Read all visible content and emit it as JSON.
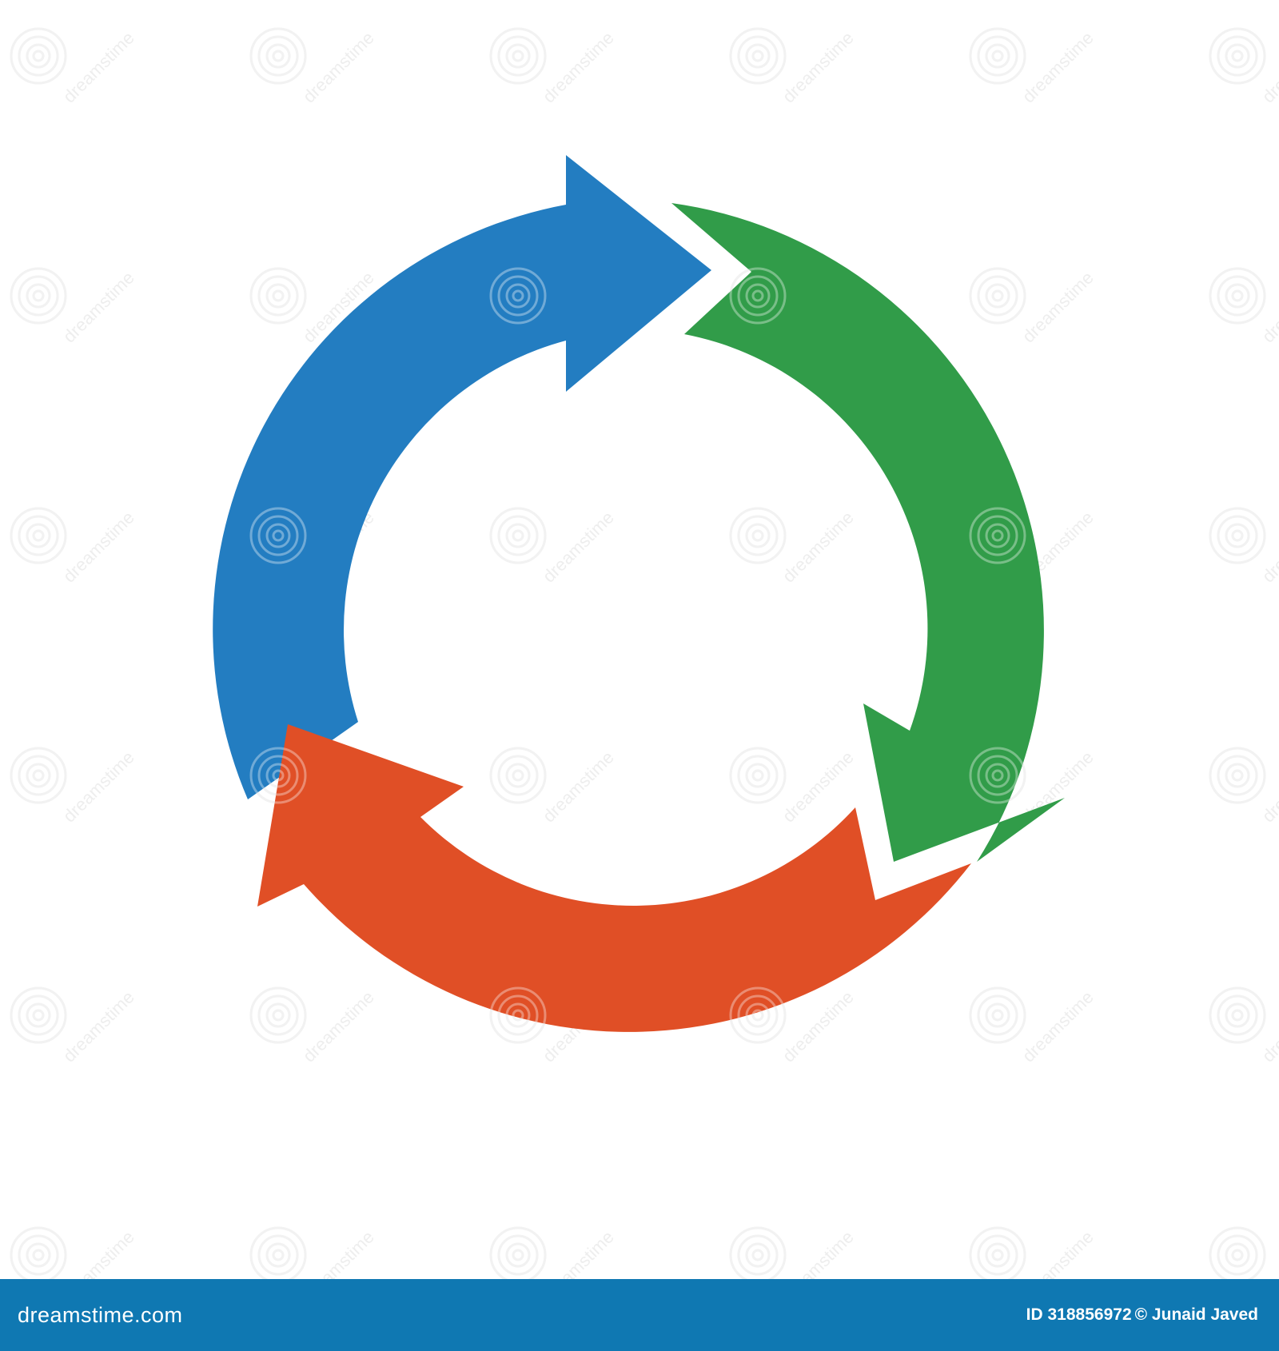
{
  "watermark": {
    "site": "dreamstime",
    "domain": "dreamstime.com",
    "image_id": "ID 318856972",
    "author": "© Junaid Javed"
  },
  "cycle": {
    "arrow_count": 3,
    "direction": "clockwise",
    "arrows": [
      {
        "name": "blue-arrow",
        "color": "#237dc1"
      },
      {
        "name": "green-arrow",
        "color": "#319c49"
      },
      {
        "name": "orange-arrow",
        "color": "#e04f26"
      }
    ]
  },
  "colors": {
    "background": "#ffffff",
    "footer": "#0f78b2"
  }
}
